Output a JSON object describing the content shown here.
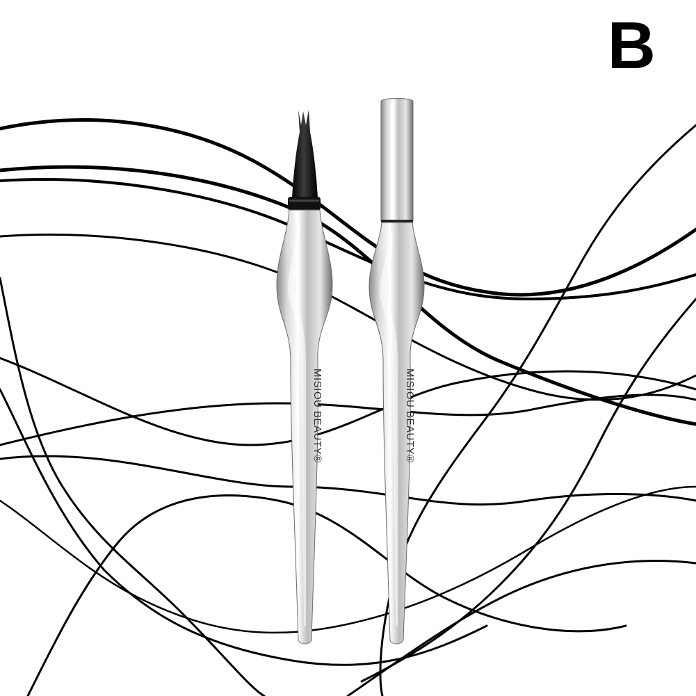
{
  "variant": {
    "label": "B"
  },
  "product": {
    "brand_text": "MISIOU BEAUTY®",
    "items": [
      {
        "id": "eyeliner-open",
        "state": "uncapped"
      },
      {
        "id": "eyeliner-capped",
        "state": "capped"
      }
    ]
  },
  "colors": {
    "background": "#ffffff",
    "lines": "#000000",
    "metal_light": "#f2f2f2",
    "metal_dark": "#7a7a7a"
  }
}
